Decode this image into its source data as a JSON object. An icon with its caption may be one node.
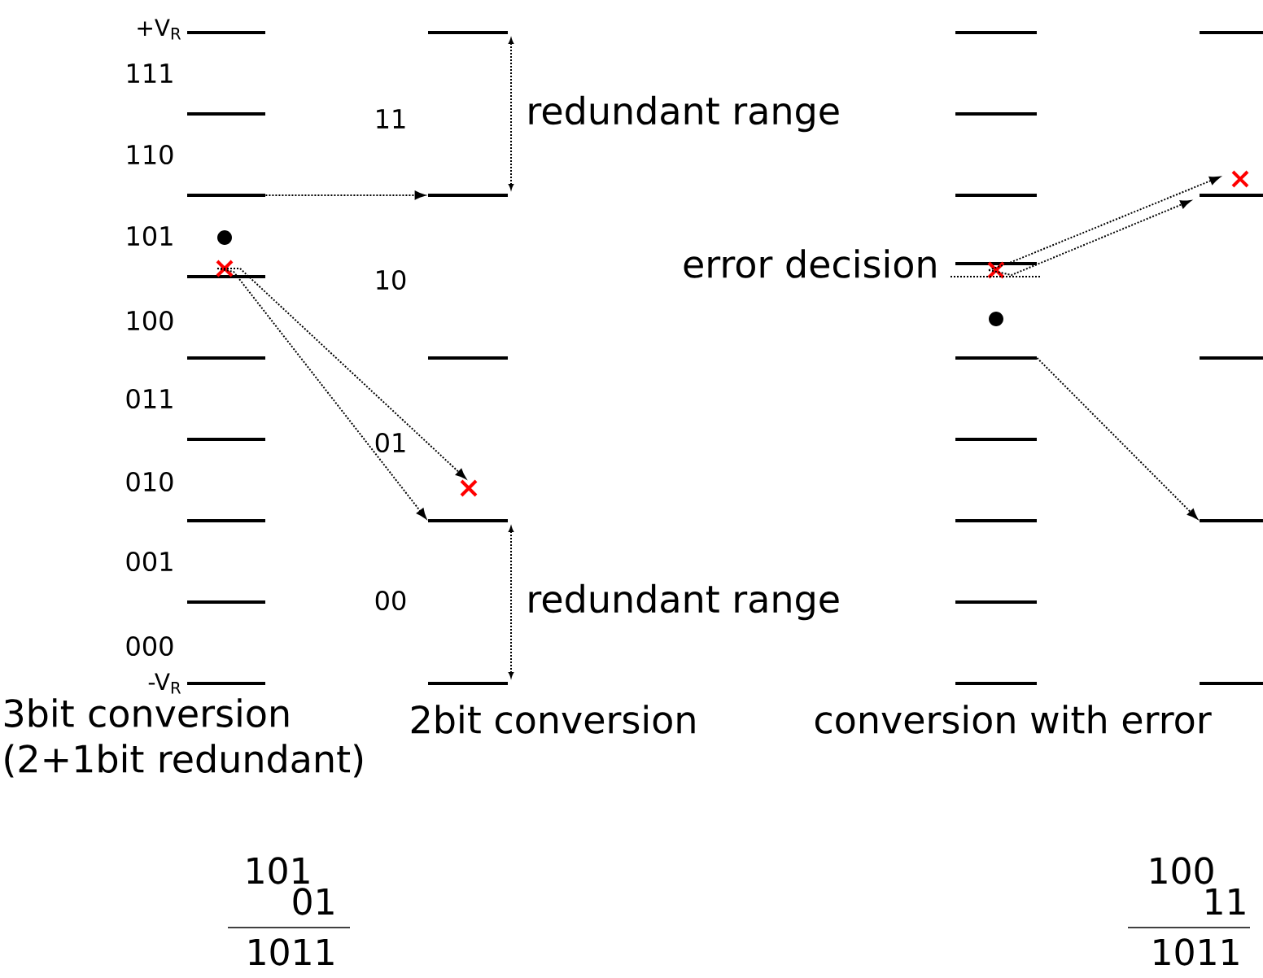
{
  "diagram": {
    "nodes": [
      {
        "text": [],
        "shape": "line"
      },
      {
        "text": [],
        "shape": "line"
      },
      {
        "text": [],
        "shape": "line"
      },
      {
        "text": [],
        "shape": "line"
      },
      {
        "text": [],
        "shape": "line"
      },
      {
        "text": [],
        "shape": "line"
      },
      {
        "text": [],
        "shape": "line"
      },
      {
        "text": [],
        "shape": "line"
      },
      {
        "text": [],
        "shape": "line"
      },
      {
        "text": [],
        "shape": "circle"
      },
      {
        "text": [],
        "shape": "cross"
      },
      {
        "text": [],
        "shape": "line"
      },
      {
        "text": [],
        "shape": "line"
      },
      {
        "text": [],
        "shape": "line"
      },
      {
        "text": [],
        "shape": "line"
      },
      {
        "text": [],
        "shape": "line"
      },
      {
        "text": [],
        "shape": "cross"
      },
      {
        "text": [],
        "shape": "line"
      },
      {
        "text": [],
        "shape": "line"
      },
      {
        "text": [],
        "shape": "line"
      },
      {
        "text": [],
        "shape": "line"
      },
      {
        "text": [],
        "shape": "line"
      },
      {
        "text": [],
        "shape": "line"
      },
      {
        "text": [],
        "shape": "line"
      },
      {
        "text": [],
        "shape": "line"
      },
      {
        "text": [],
        "shape": "line"
      },
      {
        "text": [],
        "shape": "cross"
      },
      {
        "text": [],
        "shape": "circle"
      },
      {
        "text": [],
        "shape": "line"
      },
      {
        "text": [],
        "shape": "line"
      },
      {
        "text": [],
        "shape": "line"
      },
      {
        "text": [],
        "shape": "line"
      },
      {
        "text": [],
        "shape": "line"
      },
      {
        "text": [],
        "shape": "cross"
      }
    ],
    "edges": [
      {
        "from": 2,
        "to": 12,
        "arrow": "to"
      },
      {
        "from": 10,
        "to": 16,
        "arrow": "to"
      },
      {
        "from": 10,
        "to": 14,
        "arrow": "to"
      },
      {
        "from": 26,
        "to": 33,
        "arrow": "to"
      },
      {
        "from": 26,
        "to": 29,
        "arrow": "to"
      },
      {
        "from": 21,
        "to": 31,
        "arrow": "to"
      }
    ],
    "labels": [
      "+V$_{R}$",
      "111",
      "110",
      "101",
      "100",
      "011",
      "010",
      "001",
      "000",
      "-V$_{R}$",
      "11",
      "10",
      "01",
      "00",
      "redundant range",
      "redundant range",
      "error decision",
      "3bit conversion (2+1bit redundant)",
      "2bit conversion",
      "conversion with error",
      "101",
      "01",
      "1011",
      "100",
      "11",
      "1011"
    ]
  }
}
